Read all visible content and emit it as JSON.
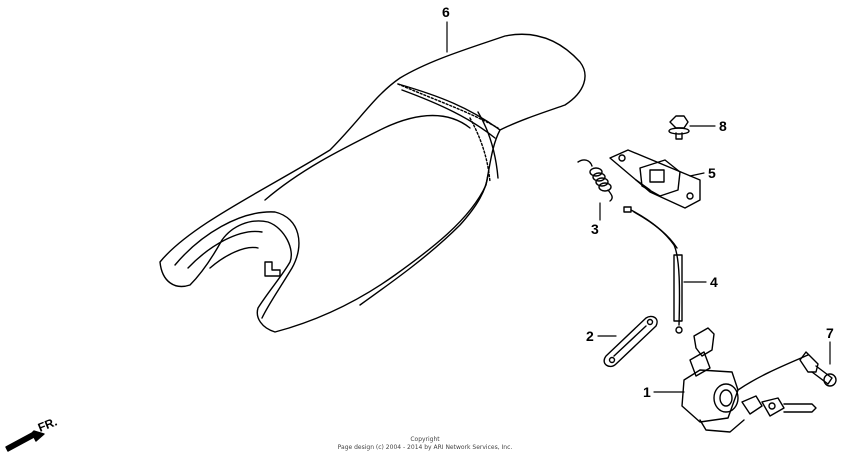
{
  "callouts": [
    {
      "number": "1",
      "part": "seat-lock-assembly"
    },
    {
      "number": "2",
      "part": "seat-lock-plate"
    },
    {
      "number": "3",
      "part": "hook-spring"
    },
    {
      "number": "4",
      "part": "seat-lock-cable"
    },
    {
      "number": "5",
      "part": "seat-catch-hook"
    },
    {
      "number": "6",
      "part": "seat"
    },
    {
      "number": "7",
      "part": "bolt"
    },
    {
      "number": "8",
      "part": "flange-bolt"
    }
  ],
  "direction_label": "FR.",
  "copyright": {
    "line1": "Copyright",
    "line2": "Page design (c) 2004 - 2014 by ARI Network Services, Inc."
  }
}
